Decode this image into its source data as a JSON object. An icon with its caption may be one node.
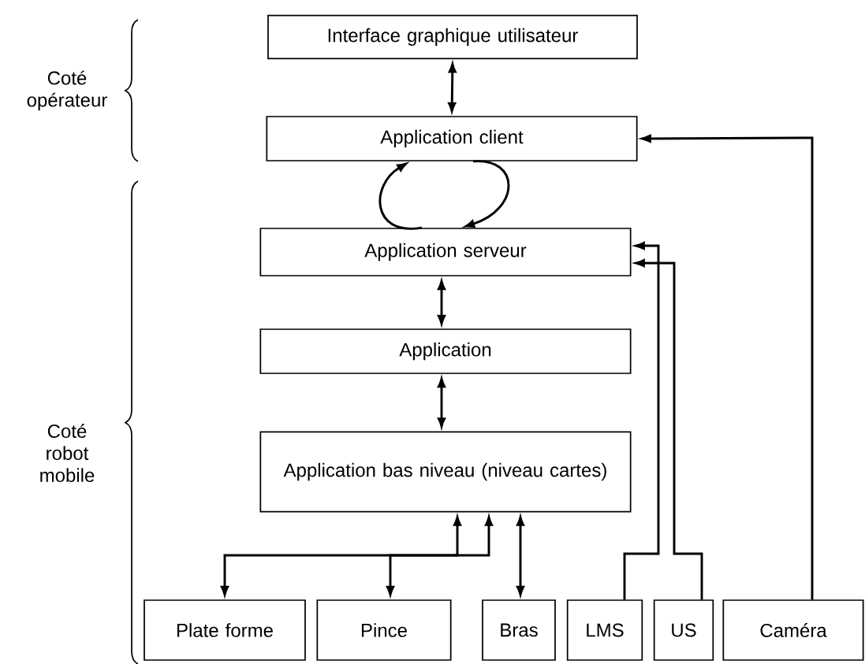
{
  "diagram": {
    "nodes": [
      {
        "text": [
          "Interface graphique utilisateur"
        ]
      },
      {
        "text": [
          "Application client"
        ]
      },
      {
        "text": [
          "Application serveur"
        ]
      },
      {
        "text": [
          "Application"
        ]
      },
      {
        "text": [
          "Application bas niveau (niveau cartes)"
        ]
      },
      {
        "text": [
          "Plate forme"
        ]
      },
      {
        "text": [
          "Pince"
        ]
      },
      {
        "text": [
          "Bras"
        ]
      },
      {
        "text": [
          "LMS"
        ]
      },
      {
        "text": [
          "US"
        ]
      },
      {
        "text": [
          "Caméra"
        ]
      }
    ],
    "edges": [
      {
        "from": 0,
        "to": 1,
        "arrow": "both"
      },
      {
        "from": 2,
        "to": 1,
        "arrow": "to"
      },
      {
        "from": 1,
        "to": 2,
        "arrow": "to"
      },
      {
        "from": 2,
        "to": 3,
        "arrow": "both"
      },
      {
        "from": 3,
        "to": 4,
        "arrow": "both"
      },
      {
        "from": 4,
        "to": 5,
        "arrow": "both"
      },
      {
        "from": 4,
        "to": 6,
        "arrow": "both"
      },
      {
        "from": 4,
        "to": 7,
        "arrow": "both"
      },
      {
        "from": 8,
        "to": 2,
        "arrow": "to"
      },
      {
        "from": 9,
        "to": 2,
        "arrow": "to"
      },
      {
        "from": 10,
        "to": 1,
        "arrow": "to"
      }
    ],
    "labels": [
      "Coté opérateur",
      "Coté robot mobile"
    ]
  }
}
